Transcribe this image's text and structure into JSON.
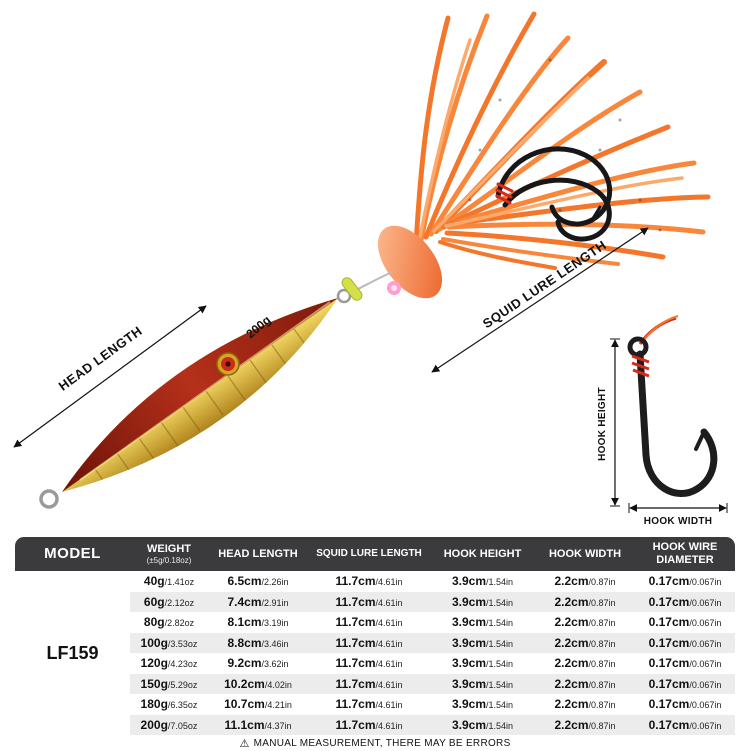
{
  "product": {
    "weight_label": "200g",
    "annotations": {
      "head_length": "HEAD LENGTH",
      "squid_lure_length": "SQUID LURE LENGTH",
      "hook_height": "HOOK HEIGHT",
      "hook_width": "HOOK WIDTH"
    }
  },
  "colors": {
    "header_bg": "#3b3b3d",
    "row_alt_bg": "#ececec",
    "skirt_orange": "#f4762a",
    "jig_red": "#b5301a",
    "jig_gold": "#e6c23c",
    "thread_red": "#d8291c"
  },
  "table": {
    "headers": {
      "model": "MODEL",
      "weight": "WEIGHT",
      "weight_sub": "(±5g/0.18oz)",
      "head_length": "HEAD LENGTH",
      "squid_lure_length": "SQUID LURE LENGTH",
      "hook_height": "HOOK HEIGHT",
      "hook_width": "HOOK WIDTH",
      "hook_wire_line1": "HOOK WIRE",
      "hook_wire_line2": "DIAMETER"
    },
    "model_value": "LF159",
    "rows": [
      {
        "weight": [
          "40g",
          "/1.41oz"
        ],
        "head": [
          "6.5cm",
          "/2.26in"
        ],
        "squid": [
          "11.7cm",
          "/4.61in"
        ],
        "hook_height": [
          "3.9cm",
          "/1.54in"
        ],
        "hook_width": [
          "2.2cm",
          "/0.87in"
        ],
        "wire": [
          "0.17cm",
          "/0.067in"
        ]
      },
      {
        "weight": [
          "60g",
          "/2.12oz"
        ],
        "head": [
          "7.4cm",
          "/2.91in"
        ],
        "squid": [
          "11.7cm",
          "/4.61in"
        ],
        "hook_height": [
          "3.9cm",
          "/1.54in"
        ],
        "hook_width": [
          "2.2cm",
          "/0.87in"
        ],
        "wire": [
          "0.17cm",
          "/0.067in"
        ]
      },
      {
        "weight": [
          "80g",
          "/2.82oz"
        ],
        "head": [
          "8.1cm",
          "/3.19in"
        ],
        "squid": [
          "11.7cm",
          "/4.61in"
        ],
        "hook_height": [
          "3.9cm",
          "/1.54in"
        ],
        "hook_width": [
          "2.2cm",
          "/0.87in"
        ],
        "wire": [
          "0.17cm",
          "/0.067in"
        ]
      },
      {
        "weight": [
          "100g",
          "/3.53oz"
        ],
        "head": [
          "8.8cm",
          "/3.46in"
        ],
        "squid": [
          "11.7cm",
          "/4.61in"
        ],
        "hook_height": [
          "3.9cm",
          "/1.54in"
        ],
        "hook_width": [
          "2.2cm",
          "/0.87in"
        ],
        "wire": [
          "0.17cm",
          "/0.067in"
        ]
      },
      {
        "weight": [
          "120g",
          "/4.23oz"
        ],
        "head": [
          "9.2cm",
          "/3.62in"
        ],
        "squid": [
          "11.7cm",
          "/4.61in"
        ],
        "hook_height": [
          "3.9cm",
          "/1.54in"
        ],
        "hook_width": [
          "2.2cm",
          "/0.87in"
        ],
        "wire": [
          "0.17cm",
          "/0.067in"
        ]
      },
      {
        "weight": [
          "150g",
          "/5.29oz"
        ],
        "head": [
          "10.2cm",
          "/4.02in"
        ],
        "squid": [
          "11.7cm",
          "/4.61in"
        ],
        "hook_height": [
          "3.9cm",
          "/1.54in"
        ],
        "hook_width": [
          "2.2cm",
          "/0.87in"
        ],
        "wire": [
          "0.17cm",
          "/0.067in"
        ]
      },
      {
        "weight": [
          "180g",
          "/6.35oz"
        ],
        "head": [
          "10.7cm",
          "/4.21in"
        ],
        "squid": [
          "11.7cm",
          "/4.61in"
        ],
        "hook_height": [
          "3.9cm",
          "/1.54in"
        ],
        "hook_width": [
          "2.2cm",
          "/0.87in"
        ],
        "wire": [
          "0.17cm",
          "/0.067in"
        ]
      },
      {
        "weight": [
          "200g",
          "/7.05oz"
        ],
        "head": [
          "11.1cm",
          "/4.37in"
        ],
        "squid": [
          "11.7cm",
          "/4.61in"
        ],
        "hook_height": [
          "3.9cm",
          "/1.54in"
        ],
        "hook_width": [
          "2.2cm",
          "/0.87in"
        ],
        "wire": [
          "0.17cm",
          "/0.067in"
        ]
      }
    ]
  },
  "footer": {
    "warning_icon": "⚠",
    "notice": "MANUAL MEASUREMENT, THERE MAY BE ERRORS"
  }
}
